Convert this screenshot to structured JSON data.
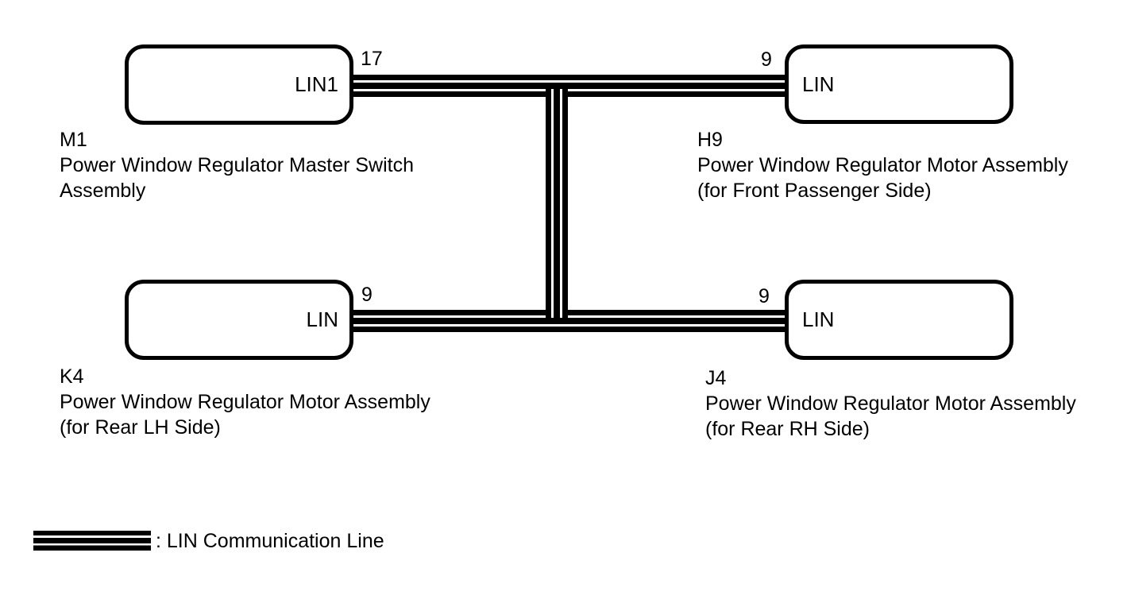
{
  "boxes": {
    "master_switch": {
      "ref": "M1",
      "port": "LIN1",
      "pin": "17",
      "desc1": "Power Window Regulator Master Switch",
      "desc2": "Assembly"
    },
    "front_passenger": {
      "ref": "H9",
      "port": "LIN",
      "pin": "9",
      "desc1": "Power Window Regulator Motor Assembly",
      "desc2": "(for Front Passenger Side)"
    },
    "rear_lh": {
      "ref": "K4",
      "port": "LIN",
      "pin": "9",
      "desc1": "Power Window Regulator Motor Assembly",
      "desc2": "(for Rear LH Side)"
    },
    "rear_rh": {
      "ref": "J4",
      "port": "LIN",
      "pin": "9",
      "desc1": "Power Window Regulator Motor Assembly",
      "desc2": "(for Rear RH Side)"
    }
  },
  "legend": {
    "label": ": LIN Communication Line"
  },
  "colors": {
    "line": "#000000",
    "background": "#ffffff",
    "text": "#000000"
  }
}
